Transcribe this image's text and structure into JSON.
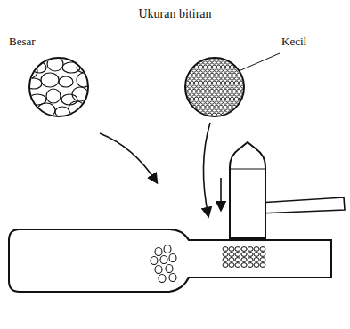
{
  "diagram": {
    "title": "Ukuran bitiran",
    "labels": [
      "Besar",
      "Kecil"
    ]
  }
}
